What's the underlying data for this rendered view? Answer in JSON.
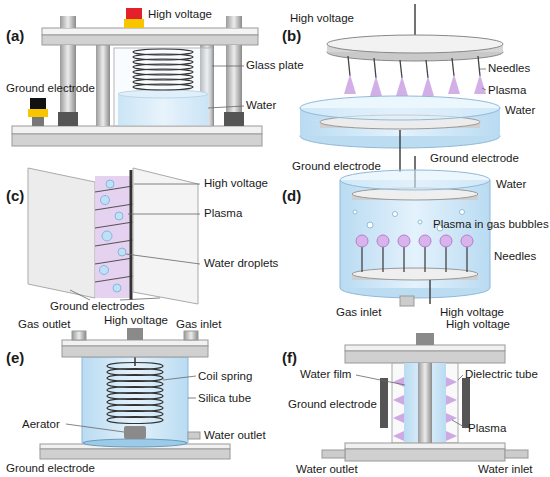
{
  "diagram": {
    "labels": [
      "(a)",
      "High voltage",
      "Ground electrode",
      "Glass plate",
      "Water",
      "(b)",
      "High voltage",
      "Needles",
      "Plasma",
      "Water",
      "Ground electrode",
      "(c)",
      "High voltage",
      "Plasma",
      "Water droplets",
      "Ground electrodes",
      "(d)",
      "Ground electrode",
      "Water",
      "Plasma in gas bubbles",
      "Needles",
      "Gas inlet",
      "High voltage",
      "(e)",
      "Gas outlet",
      "High voltage",
      "Gas inlet",
      "Coil spring",
      "Silica tube",
      "Aerator",
      "Water outlet",
      "Ground electrode",
      "(f)",
      "High voltage",
      "Water film",
      "Dielectric tube",
      "Ground electrode",
      "Plasma",
      "Water outlet",
      "Water inlet"
    ]
  }
}
